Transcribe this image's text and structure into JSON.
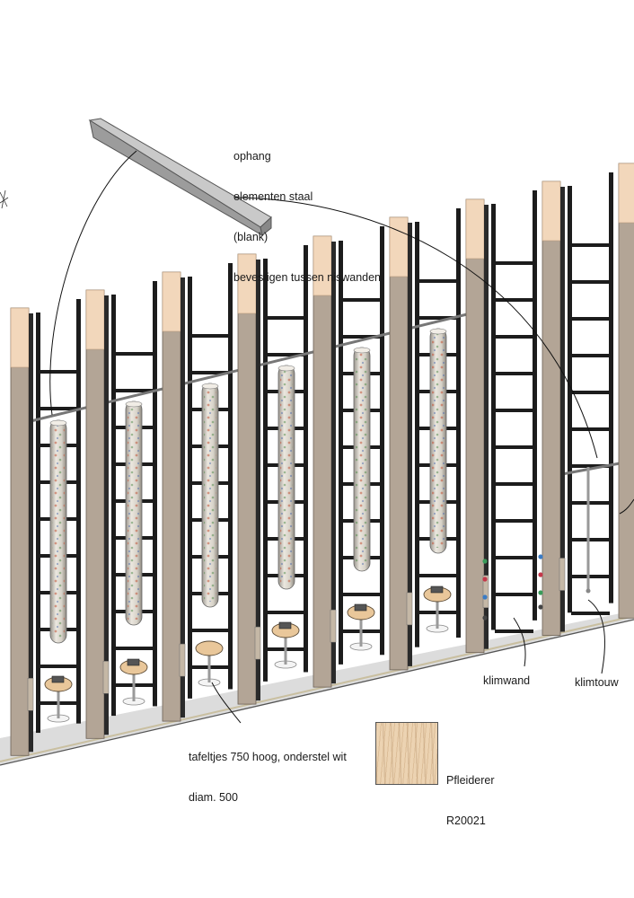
{
  "labels": {
    "ophang": [
      "ophang",
      "elementen staal",
      "(blank)",
      "bevestigen tussen niswanden"
    ],
    "klimwand": "klimwand",
    "klimtouw": "klimtouw",
    "tafeltjes": [
      "tafeltjes 750 hoog, onderstel wit",
      "diam. 500"
    ],
    "material": [
      "Pfleiderer",
      "R20021"
    ]
  },
  "colors": {
    "panel_face": "#b3a596",
    "panel_cap": "#f2d7bb",
    "ladder_steel": "#1c1c1c",
    "floor": "#dcdcdc",
    "wood_swatch": "#ecd3b2",
    "cylinder_base": "#d9d4cc",
    "table_top": "#e9c79a"
  }
}
